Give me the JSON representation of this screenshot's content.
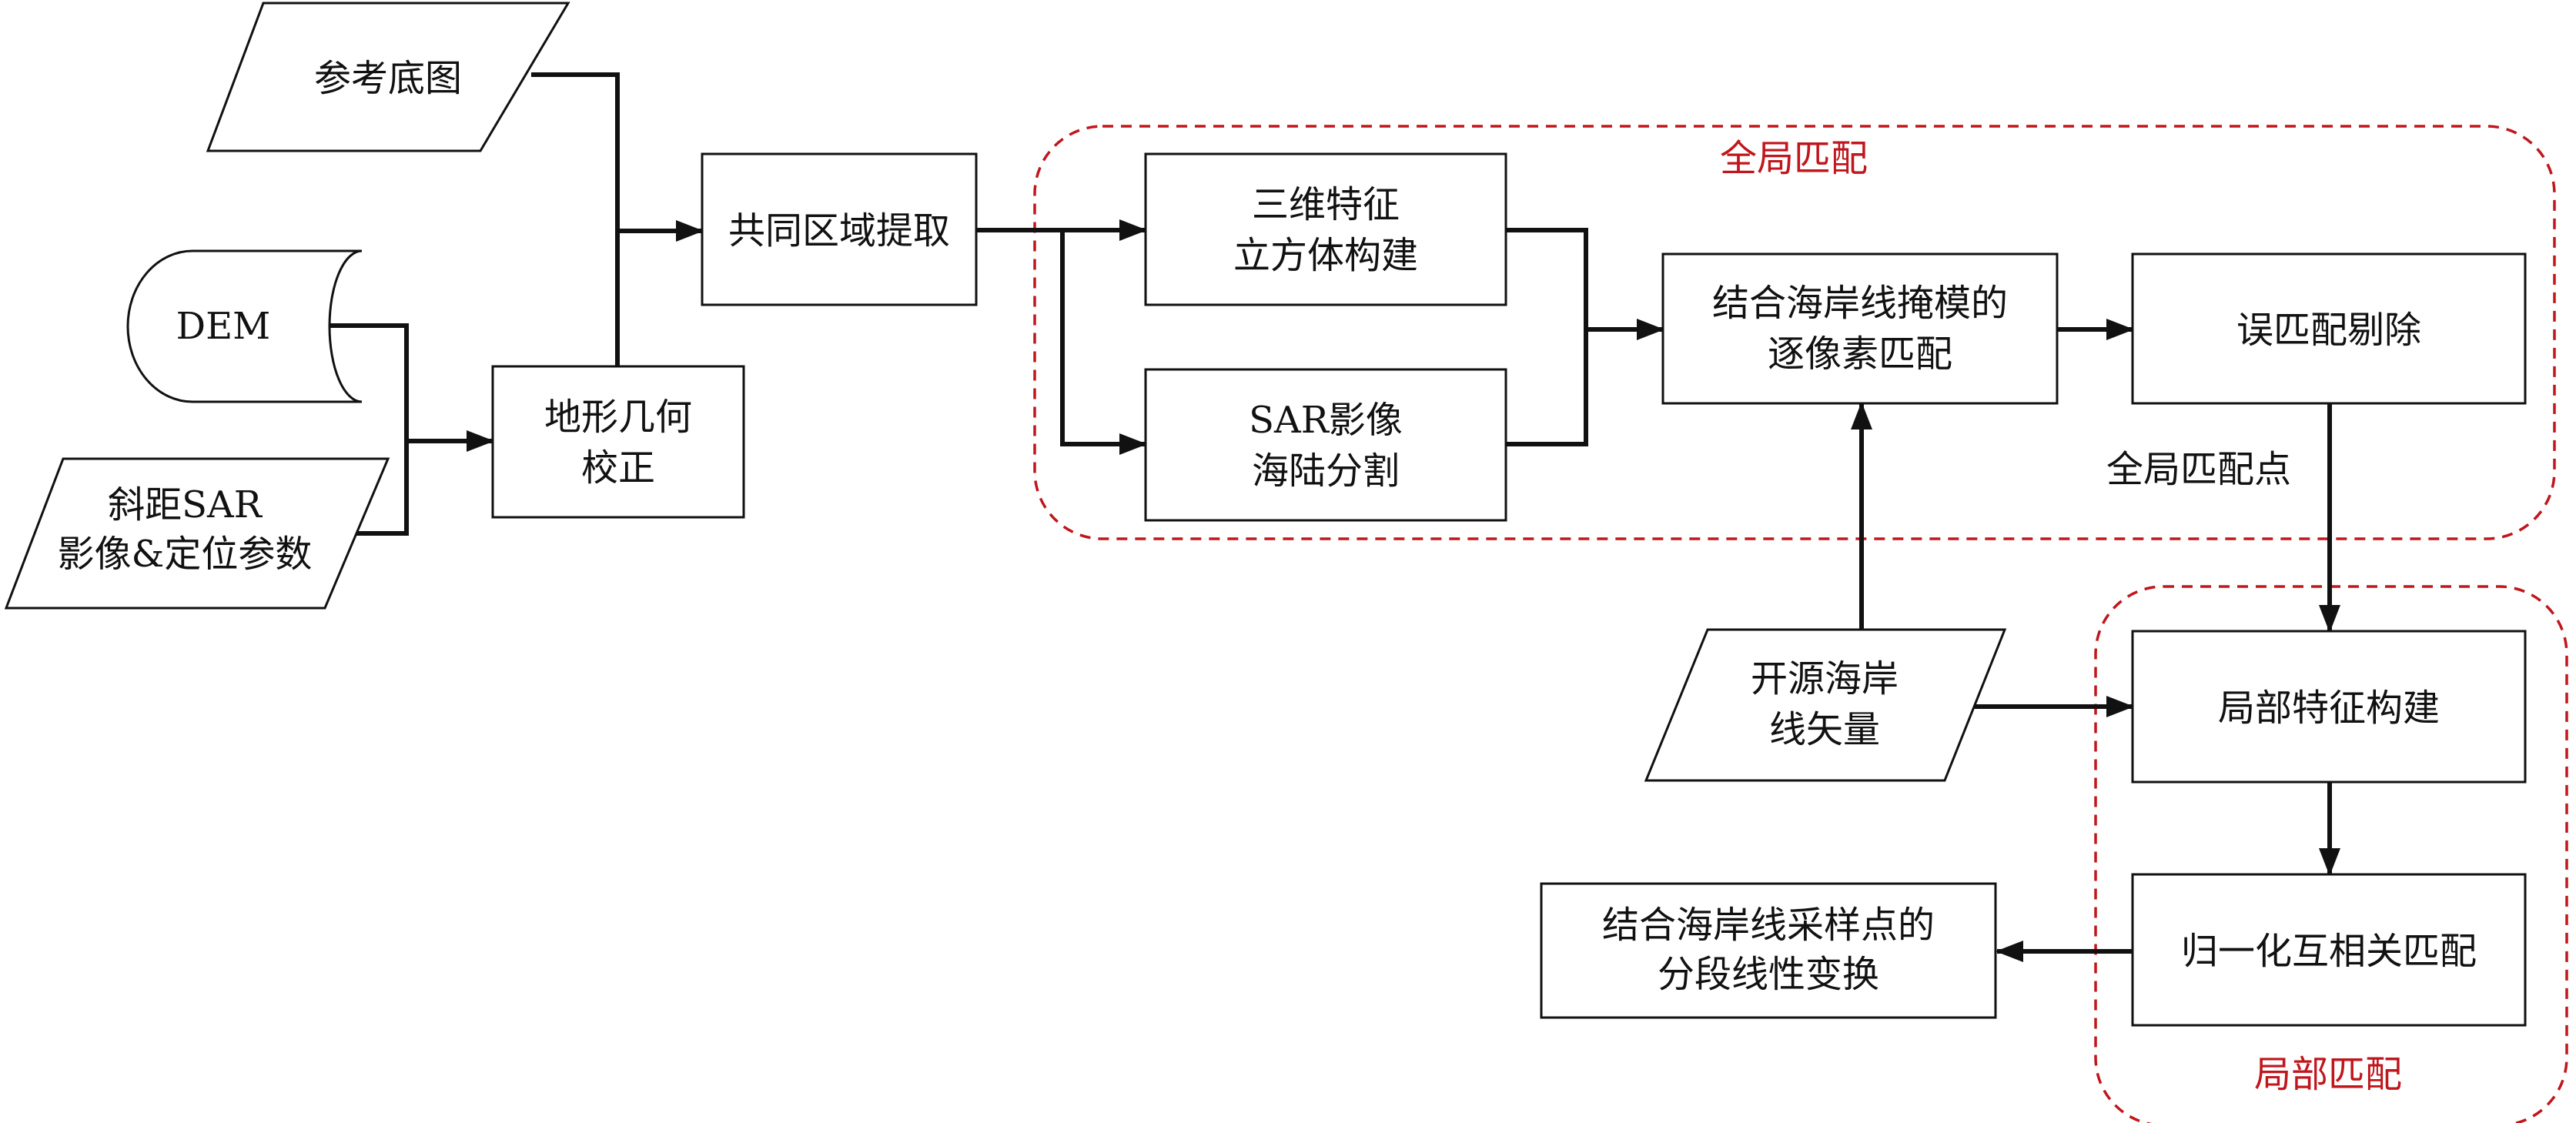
{
  "groups": {
    "global": {
      "label": "全局匹配",
      "color": "#c0161c"
    },
    "local": {
      "label": "局部匹配",
      "color": "#c0161c"
    }
  },
  "nodes": {
    "reference_map": {
      "shape": "parallelogram",
      "lines": [
        "参考底图"
      ]
    },
    "dem": {
      "shape": "database",
      "lines": [
        "DEM"
      ]
    },
    "slant_sar": {
      "shape": "parallelogram",
      "lines": [
        "斜距SAR",
        "影像&定位参数"
      ]
    },
    "terrain_correction": {
      "shape": "rect",
      "lines": [
        "地形几何",
        "校正"
      ]
    },
    "common_region": {
      "shape": "rect",
      "lines": [
        "共同区域提取"
      ]
    },
    "feature_cube": {
      "shape": "rect",
      "lines": [
        "三维特征",
        "立方体构建"
      ]
    },
    "sea_land_seg": {
      "shape": "rect",
      "lines": [
        "SAR影像",
        "海陆分割"
      ]
    },
    "pixel_match": {
      "shape": "rect",
      "lines": [
        "结合海岸线掩模的",
        "逐像素匹配"
      ]
    },
    "mismatch_removal": {
      "shape": "rect",
      "lines": [
        "误匹配剔除"
      ]
    },
    "open_coastline": {
      "shape": "parallelogram",
      "lines": [
        "开源海岸",
        "线矢量"
      ]
    },
    "local_feature": {
      "shape": "rect",
      "lines": [
        "局部特征构建"
      ]
    },
    "ncc_match": {
      "shape": "rect",
      "lines": [
        "归一化互相关匹配"
      ]
    },
    "piecewise_transform": {
      "shape": "rect",
      "lines": [
        "结合海岸线采样点的",
        "分段线性变换"
      ]
    }
  },
  "edge_labels": {
    "global_points": "全局匹配点"
  },
  "edges": [
    {
      "from": "reference_map",
      "to": "common_region"
    },
    {
      "from": "dem",
      "to": "terrain_correction"
    },
    {
      "from": "slant_sar",
      "to": "terrain_correction"
    },
    {
      "from": "terrain_correction",
      "to": "common_region"
    },
    {
      "from": "common_region",
      "to": "feature_cube"
    },
    {
      "from": "common_region",
      "to": "sea_land_seg"
    },
    {
      "from": "feature_cube",
      "to": "pixel_match"
    },
    {
      "from": "sea_land_seg",
      "to": "pixel_match"
    },
    {
      "from": "pixel_match",
      "to": "mismatch_removal"
    },
    {
      "from": "mismatch_removal",
      "to": "local_feature",
      "label": "global_points"
    },
    {
      "from": "open_coastline",
      "to": "pixel_match"
    },
    {
      "from": "open_coastline",
      "to": "local_feature"
    },
    {
      "from": "local_feature",
      "to": "ncc_match"
    },
    {
      "from": "ncc_match",
      "to": "piecewise_transform"
    }
  ]
}
